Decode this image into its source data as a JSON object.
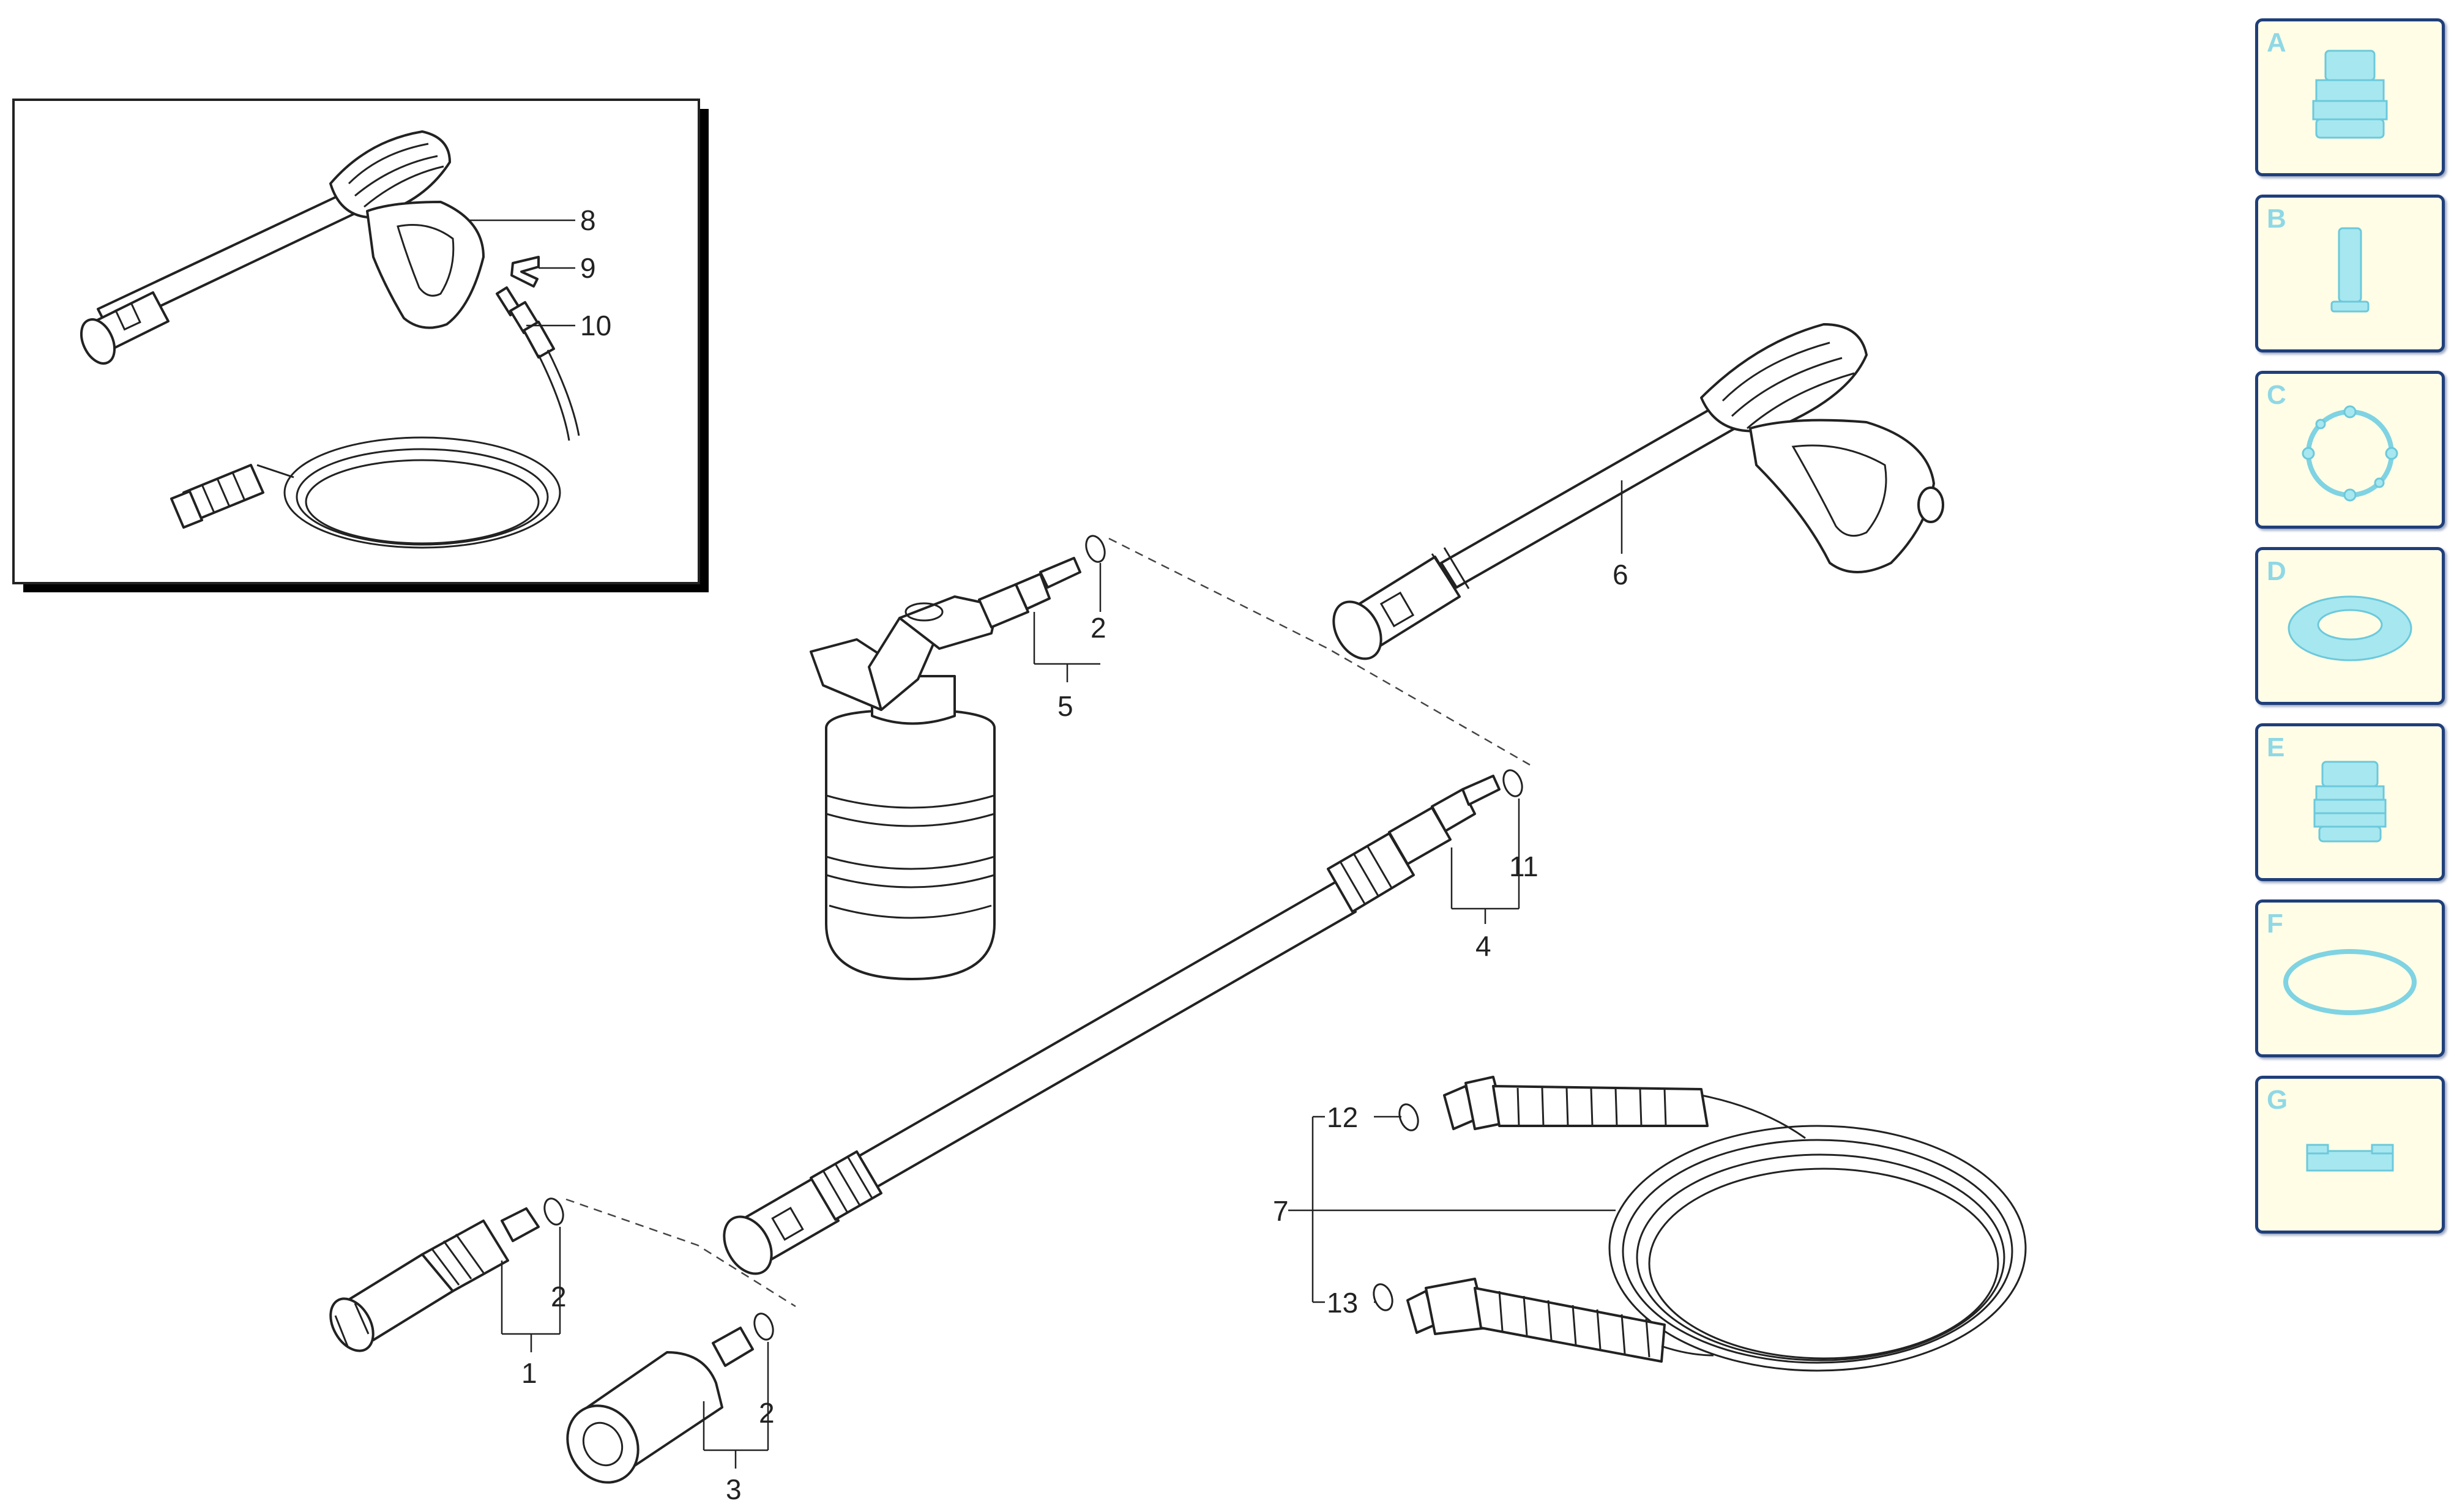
{
  "callouts": {
    "c1": "1",
    "c2a": "2",
    "c2b": "2",
    "c2c": "2",
    "c3": "3",
    "c4": "4",
    "c5": "5",
    "c6": "6",
    "c7": "7",
    "c8": "8",
    "c9": "9",
    "c10": "10",
    "c11": "11",
    "c12": "12",
    "c13": "13"
  },
  "categories": [
    {
      "letter": "A",
      "icon": "nozzle-cap-icon"
    },
    {
      "letter": "B",
      "icon": "cylinder-part-icon"
    },
    {
      "letter": "C",
      "icon": "clamp-ring-icon"
    },
    {
      "letter": "D",
      "icon": "seal-washer-icon"
    },
    {
      "letter": "E",
      "icon": "threaded-fitting-icon"
    },
    {
      "letter": "F",
      "icon": "o-ring-icon"
    },
    {
      "letter": "G",
      "icon": "flat-plate-icon"
    }
  ],
  "colors": {
    "card_border": "#1f3f7a",
    "card_background": "#fffde6",
    "icon_fill": "#a7e7f0"
  }
}
